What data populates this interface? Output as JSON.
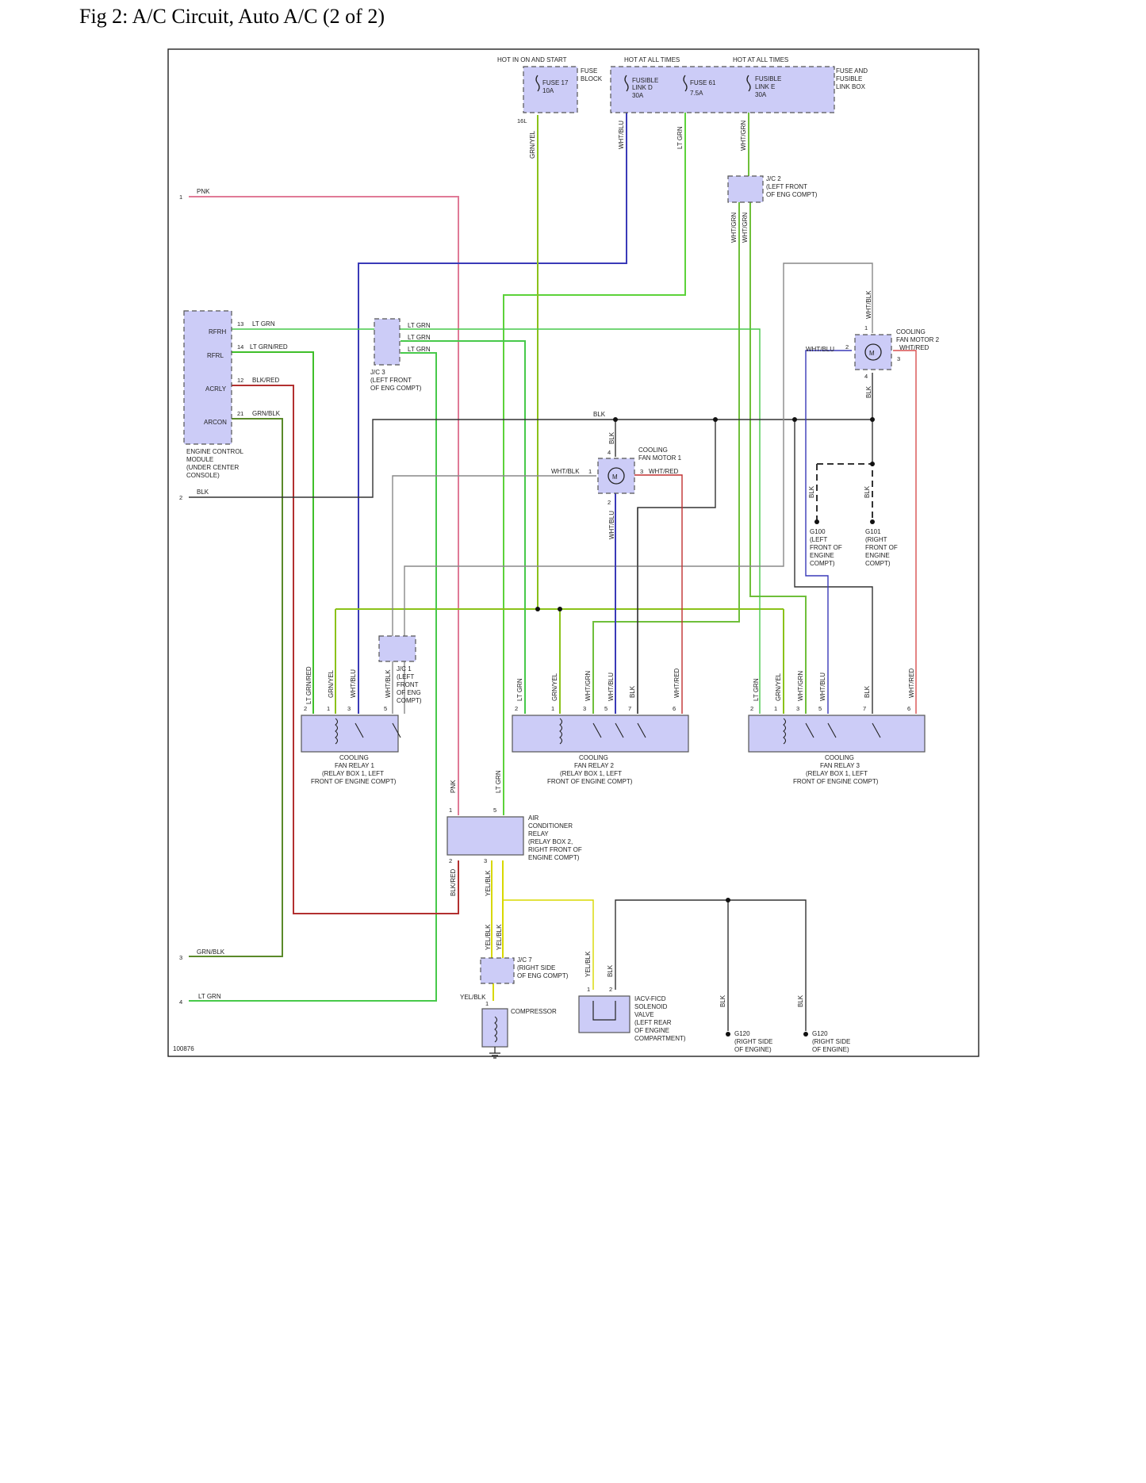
{
  "title": "Fig 2: A/C Circuit, Auto A/C (2 of 2)",
  "diagram_id": "100876",
  "colors": {
    "pink": "#e07a97",
    "green": "#5cd23a",
    "green_yellow": "#8bc21a",
    "lt_green": "#47c94a",
    "blue": "#3a3ab8",
    "black": "#333333",
    "red": "#b23030",
    "red_light": "#d85050",
    "yellow": "#d8d800",
    "gray": "#8a8a8a",
    "olive": "#6f8f2a",
    "component_fill": "#ccccf7"
  },
  "power": {
    "hot_on_start": "HOT IN ON AND START",
    "hot_all_1": "HOT AT ALL TIMES",
    "hot_all_2": "HOT AT ALL TIMES",
    "fuse_block": [
      "FUSE",
      "BLOCK"
    ],
    "fuse17": [
      "FUSE 17",
      "10A"
    ],
    "fusible_d": [
      "FUSIBLE",
      "LINK D",
      "30A"
    ],
    "fuse61": [
      "FUSE 61",
      "7.5A"
    ],
    "fusible_e": [
      "FUSIBLE",
      "LINK E",
      "30A"
    ],
    "fuse_link_box": [
      "FUSE AND",
      "FUSIBLE",
      "LINK BOX"
    ],
    "pin_16l": "16L"
  },
  "ecm": {
    "pins": [
      {
        "name": "RFRH",
        "num": "13",
        "wire": "LT GRN"
      },
      {
        "name": "RFRL",
        "num": "14",
        "wire": "LT GRN/RED"
      },
      {
        "name": "ACRLY",
        "num": "12",
        "wire": "BLK/RED"
      },
      {
        "name": "ARCON",
        "num": "21",
        "wire": "GRN/BLK"
      }
    ],
    "caption": [
      "ENGINE CONTROL",
      "MODULE",
      "(UNDER CENTER",
      "CONSOLE)"
    ]
  },
  "side_connectors": [
    {
      "num": "1",
      "wire": "PNK"
    },
    {
      "num": "2",
      "wire": "BLK"
    },
    {
      "num": "3",
      "wire": "GRN/BLK"
    },
    {
      "num": "4",
      "wire": "LT GRN"
    }
  ],
  "jc3": {
    "wires": [
      "LT GRN",
      "LT GRN",
      "LT GRN"
    ],
    "caption": [
      "J/C 3",
      "(LEFT FRONT",
      "OF ENG COMPT)"
    ]
  },
  "jc2": {
    "caption": [
      "J/C 2",
      "(LEFT FRONT",
      "OF ENG COMPT)"
    ]
  },
  "jc1": {
    "caption": [
      "J/C 1",
      "(LEFT",
      "FRONT",
      "OF ENG",
      "COMPT)"
    ]
  },
  "jc7": {
    "caption": [
      "J/C 7",
      "(RIGHT SIDE",
      "OF ENG COMPT)"
    ]
  },
  "fan_motor_1": {
    "caption": [
      "COOLING",
      "FAN MOTOR 1"
    ],
    "left_wire": "WHT/BLK",
    "right_wire": "WHT/RED",
    "pin_left": "1",
    "pin_right": "3",
    "pin_top": "4",
    "pin_bottom": "2",
    "top_wire": "BLK",
    "bottom_wire": "WHT/BLU"
  },
  "fan_motor_2": {
    "caption": [
      "COOLING",
      "FAN MOTOR 2",
      "WHT/RED"
    ],
    "left_wire": "WHT/BLU",
    "top_wire": "WHT/BLK",
    "bottom_wire": "BLK",
    "pin_top": "1",
    "pin_left": "2",
    "pin_right": "3",
    "pin_bottom": "4"
  },
  "grounds": {
    "g100": [
      "G100",
      "(LEFT",
      "FRONT OF",
      "ENGINE",
      "COMPT)"
    ],
    "g101": [
      "G101",
      "(RIGHT",
      "FRONT OF",
      "ENGINE",
      "COMPT)"
    ],
    "g120a": [
      "G120",
      "(RIGHT SIDE",
      "OF ENGINE)"
    ],
    "g120b": [
      "G120",
      "(RIGHT SIDE",
      "OF ENGINE)"
    ]
  },
  "relay1": {
    "caption": [
      "COOLING",
      "FAN RELAY 1",
      "(RELAY BOX 1, LEFT",
      "FRONT OF ENGINE COMPT)"
    ],
    "wires": [
      "LT GRN/RED",
      "GRN/YEL",
      "WHT/BLU",
      "WHT/BLK"
    ],
    "pins": [
      "2",
      "1",
      "3",
      "5"
    ]
  },
  "relay2": {
    "caption": [
      "COOLING",
      "FAN RELAY 2",
      "(RELAY BOX 1, LEFT",
      "FRONT OF ENGINE COMPT)"
    ],
    "wires": [
      "LT GRN",
      "GRN/YEL",
      "WHT/GRN",
      "WHT/BLU",
      "BLK",
      "WHT/RED"
    ],
    "pins": [
      "2",
      "1",
      "3",
      "5",
      "7",
      "6"
    ]
  },
  "relay3": {
    "caption": [
      "COOLING",
      "FAN RELAY 3",
      "(RELAY BOX 1, LEFT",
      "FRONT OF ENGINE COMPT)"
    ],
    "wires": [
      "LT GRN",
      "GRN/YEL",
      "WHT/GRN",
      "WHT/BLU",
      "BLK",
      "WHT/RED"
    ],
    "pins": [
      "2",
      "1",
      "3",
      "5",
      "7",
      "6"
    ]
  },
  "ac_relay": {
    "caption": [
      "AIR",
      "CONDITIONER",
      "RELAY",
      "(RELAY BOX 2,",
      "RIGHT FRONT OF",
      "ENGINE COMPT)"
    ],
    "pins": [
      "1",
      "5",
      "2",
      "3"
    ]
  },
  "compressor": {
    "caption": "COMPRESSOR",
    "wire": "YEL/BLK",
    "pin": "1"
  },
  "iacv": {
    "caption": [
      "IACV-FICD",
      "SOLENOID",
      "VALVE",
      "(LEFT REAR",
      "OF ENGINE",
      "COMPARTMENT)"
    ],
    "pins": [
      "1",
      "2"
    ]
  },
  "wire_labels": {
    "grn_yel": "GRN/YEL",
    "wht_blu": "WHT/BLU",
    "lt_grn": "LT GRN",
    "wht_grn": "WHT/GRN",
    "blk": "BLK",
    "pnk": "PNK",
    "blk_red": "BLK/RED",
    "yel_blk": "YEL/BLK",
    "wht_blk": "WHT/BLK"
  }
}
